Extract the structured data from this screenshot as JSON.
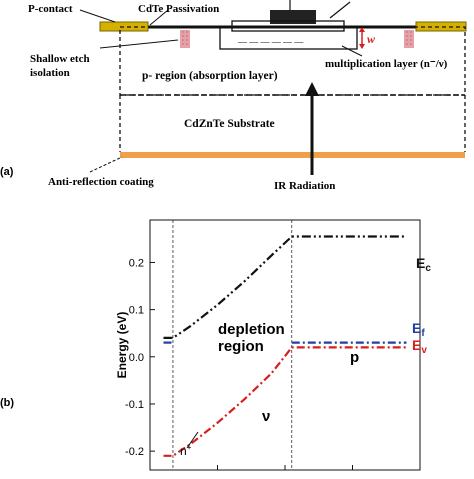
{
  "panel_a": {
    "label": "(a)",
    "labels": {
      "p_contact": "P-contact",
      "cdte_passivation": "CdTe Passivation",
      "shallow_etch_line1": "Shallow etch",
      "shallow_etch_line2": "isolation",
      "w": "w",
      "multiplication_layer": "multiplication layer (n⁻/ν)",
      "p_region": "p- region (absorption layer)",
      "substrate": "CdZnTe Substrate",
      "anti_reflection": "Anti-reflection coating",
      "ir_radiation": "IR Radiation",
      "minus_signs": "— — — — — —"
    },
    "colors": {
      "contact": "#d4b100",
      "etch": "#e8a0a8",
      "coating": "#f0a04b",
      "w_marker": "#d62020"
    }
  },
  "panel_b": {
    "label": "(b)",
    "chart_data": {
      "type": "line",
      "ylabel": "Energy (eV)",
      "xlabel": "",
      "xlim": [
        0.0,
        2.0
      ],
      "ylim": [
        -0.24,
        0.29
      ],
      "yticks": [
        "-0.2",
        "-0.1",
        "0.0",
        "0.1",
        "0.2"
      ],
      "ytick_values": [
        -0.2,
        -0.1,
        0.0,
        0.1,
        0.2
      ],
      "xticks": [
        "0.0",
        "0.5",
        "1.0",
        "1.5",
        "2.0"
      ],
      "xtick_values": [
        0.0,
        0.5,
        1.0,
        1.5,
        2.0
      ],
      "vlines": [
        0.17,
        1.05
      ],
      "series": [
        {
          "name": "E_c",
          "color": "#111111",
          "dash": "dash-dot-dot",
          "x": [
            0.1,
            0.17,
            0.3,
            0.5,
            0.7,
            0.9,
            1.05,
            1.2,
            1.5,
            1.8,
            1.9
          ],
          "y": [
            0.04,
            0.04,
            0.065,
            0.11,
            0.16,
            0.215,
            0.255,
            0.255,
            0.255,
            0.255,
            0.255
          ]
        },
        {
          "name": "E_f",
          "color": "#1f3ea8",
          "dash": "dash-dot",
          "x": [
            0.1,
            0.17
          ],
          "y": [
            0.03,
            0.03
          ]
        },
        {
          "name": "E_f",
          "color": "#1f3ea8",
          "dash": "dash-dot",
          "x": [
            1.05,
            1.9
          ],
          "y": [
            0.03,
            0.03
          ]
        },
        {
          "name": "E_v",
          "color": "#d62020",
          "dash": "dash-dot",
          "x": [
            0.1,
            0.17,
            0.3,
            0.5,
            0.7,
            0.9,
            1.05,
            1.2,
            1.5,
            1.8,
            1.9
          ],
          "y": [
            -0.21,
            -0.21,
            -0.185,
            -0.14,
            -0.09,
            -0.035,
            0.02,
            0.02,
            0.02,
            0.02,
            0.02
          ]
        }
      ],
      "annotations": {
        "ec": "E",
        "ec_sub": "c",
        "ef": "E",
        "ef_sub": "f",
        "ev": "E",
        "ev_sub": "v",
        "depletion_line1": "depletion",
        "depletion_line2": "region",
        "nu": "ν",
        "p": "p",
        "n_plus": "n",
        "n_plus_sup": "+"
      }
    }
  }
}
